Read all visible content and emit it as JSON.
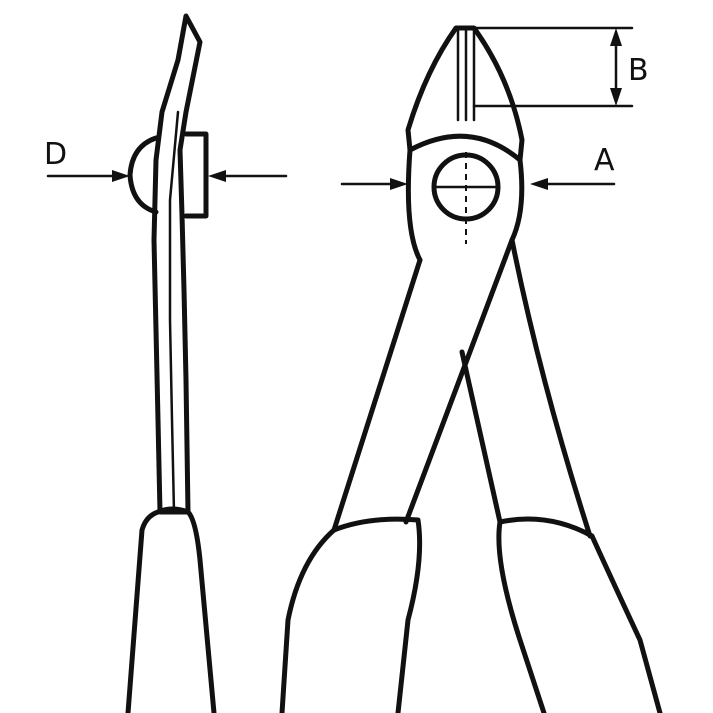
{
  "labels": {
    "a": "A",
    "b": "B",
    "d": "D"
  },
  "colors": {
    "line": "#111111",
    "background": "#ffffff"
  }
}
